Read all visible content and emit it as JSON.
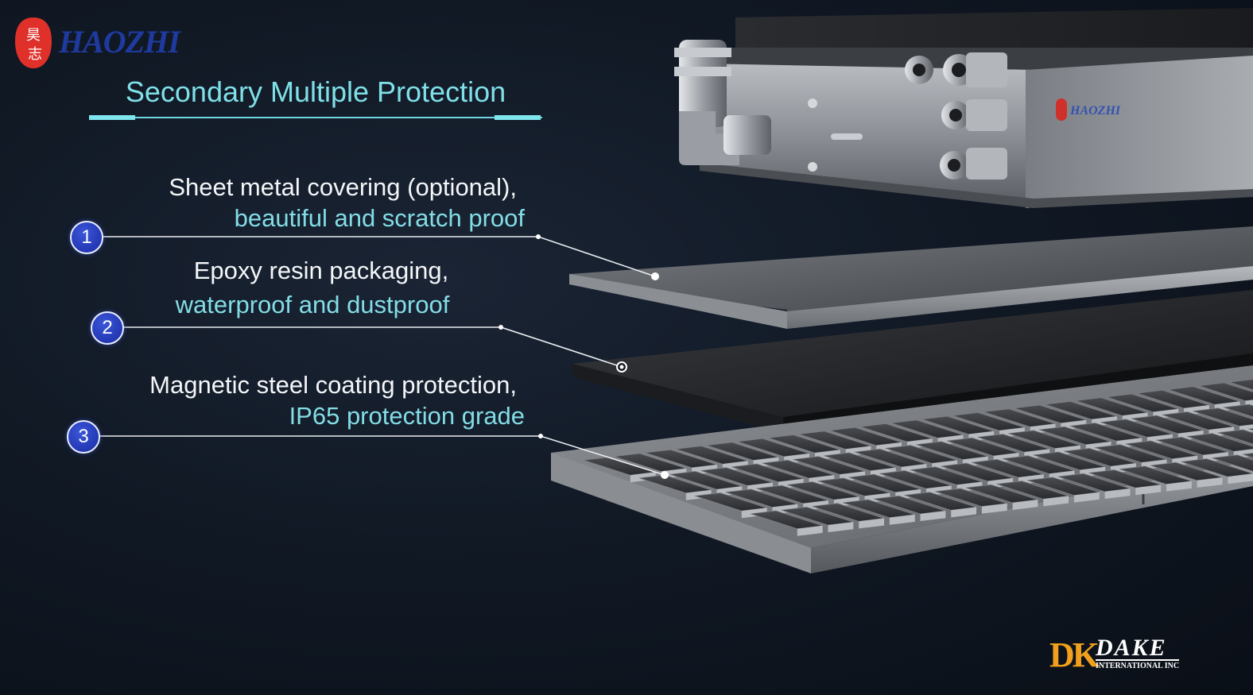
{
  "brand": {
    "logo_text": "HAOZHI",
    "seal_glyphs": [
      "昊",
      "志"
    ],
    "seal_color": "#e0302a",
    "logo_color": "#1f3a9e"
  },
  "title": "Secondary Multiple Protection",
  "callouts": [
    {
      "number": "1",
      "line1": "Sheet metal covering (optional),",
      "line2": "beautiful and scratch proof"
    },
    {
      "number": "2",
      "line1": "Epoxy resin packaging,",
      "line2": "waterproof and dustproof"
    },
    {
      "number": "3",
      "line1": "Magnetic steel coating protection,",
      "line2": "IP65 protection grade"
    }
  ],
  "footer": {
    "monogram": "DK",
    "name": "DAKE",
    "subtitle": "INTERNATIONAL INC"
  },
  "colors": {
    "accent": "#7fe0e8",
    "badge": "#2338b4",
    "background": "#111925"
  }
}
